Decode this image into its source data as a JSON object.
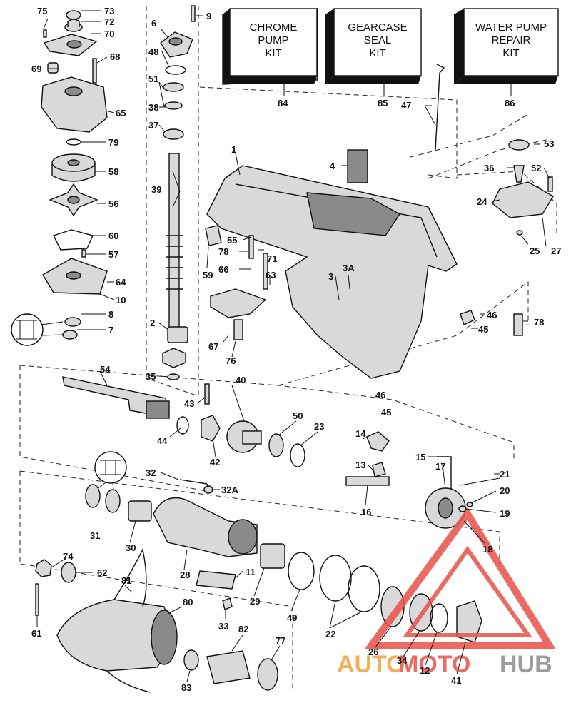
{
  "kits": [
    {
      "id": "chrome",
      "lines": [
        "CHROME",
        "PUMP",
        "KIT"
      ],
      "ref": "84"
    },
    {
      "id": "gearcase",
      "lines": [
        "GEARCASE",
        "SEAL",
        "KIT"
      ],
      "ref": "85"
    },
    {
      "id": "water",
      "lines": [
        "WATER PUMP",
        "REPAIR",
        "KIT"
      ],
      "ref": "86"
    }
  ],
  "callouts": [
    "75",
    "73",
    "72",
    "70",
    "68",
    "69",
    "65",
    "79",
    "58",
    "56",
    "60",
    "57",
    "64",
    "10",
    "8",
    "7",
    "6",
    "9",
    "48",
    "51",
    "38",
    "37",
    "39",
    "2",
    "35",
    "1",
    "4",
    "55",
    "78",
    "66",
    "63",
    "71",
    "59",
    "3",
    "3A",
    "46",
    "45",
    "67",
    "76",
    "40",
    "47",
    "53",
    "36",
    "52",
    "24",
    "25",
    "27",
    "54",
    "43",
    "44",
    "42",
    "50",
    "23",
    "14",
    "13",
    "16",
    "15",
    "17",
    "21",
    "20",
    "19",
    "18",
    "32",
    "32A",
    "31",
    "30",
    "28",
    "11",
    "29",
    "49",
    "22",
    "26",
    "34",
    "12",
    "41",
    "74",
    "62",
    "81",
    "80",
    "61",
    "33",
    "82",
    "77",
    "83"
  ],
  "watermark": {
    "auto": "AUTO",
    "moto": "MOTO",
    "hub": "HUB"
  },
  "colors": {
    "watermark_red": "#e8524a",
    "watermark_orange": "#f2a23a",
    "watermark_gray": "#8c8c8c"
  }
}
